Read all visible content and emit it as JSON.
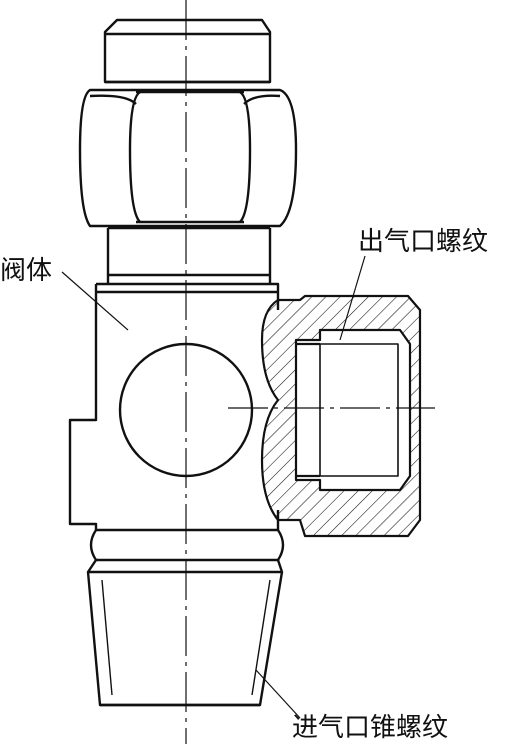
{
  "labels": {
    "valve_body": "阀体",
    "outlet_thread": "出气口螺纹",
    "inlet_taper_thread": "进气口锥螺纹"
  }
}
